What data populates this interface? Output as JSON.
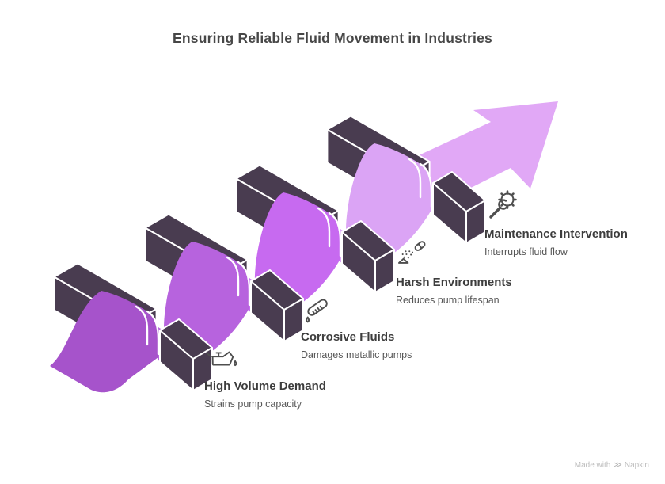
{
  "title": "Ensuring Reliable Fluid Movement in Industries",
  "items": [
    {
      "heading": "High Volume Demand",
      "description": "Strains pump capacity",
      "icon": "oil-can-icon",
      "ribbon_color": "#a653cb"
    },
    {
      "heading": "Corrosive Fluids",
      "description": "Damages metallic pumps",
      "icon": "test-tube-icon",
      "ribbon_color": "#b763de"
    },
    {
      "heading": "Harsh Environments",
      "description": "Reduces pump lifespan",
      "icon": "spray-icon",
      "ribbon_color": "#c76af0"
    },
    {
      "heading": "Maintenance Intervention",
      "description": "Interrupts fluid flow",
      "icon": "wrench-gear-icon",
      "ribbon_color": "#dba4f5"
    }
  ],
  "ribbon": {
    "arrow_color": "#e1a8f6",
    "direction": "up-right"
  },
  "colors": {
    "block": "#493c50",
    "block_edge": "#ffffff",
    "icon_stroke": "#4f4f4f",
    "heading_text": "#3d3d3d",
    "description_text": "#575757",
    "title_text": "#474747",
    "watermark_text": "#bdbdbd",
    "background": "#ffffff"
  },
  "watermark": {
    "prefix": "Made with",
    "brand": "Napkin"
  }
}
